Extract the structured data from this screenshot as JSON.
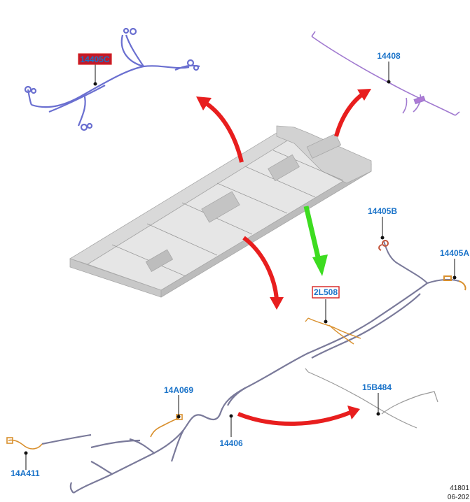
{
  "labels": {
    "top_left": "14405C",
    "top_right": "14408",
    "right_upper": "14405B",
    "right_far": "14405A",
    "center_green": "2L508",
    "lower_left": "14A069",
    "bottom_center": "14406",
    "bottom_right": "15B484",
    "bottom_left": "14A411"
  },
  "footer": {
    "line1": "41801",
    "line2": "06-202"
  },
  "colors": {
    "label": "#1a73c9",
    "arrow_red": "#e81e1e",
    "arrow_green": "#3ddc20",
    "highlight_border": "#d61f1f",
    "highlight_fill": "#c21a2a",
    "harness_blue": "#6a6fd0",
    "harness_purple": "#a17ad0",
    "harness_gray": "#7a7a9a",
    "connector_orange": "#d9902e",
    "frame_gray": "#cfcfcf"
  }
}
